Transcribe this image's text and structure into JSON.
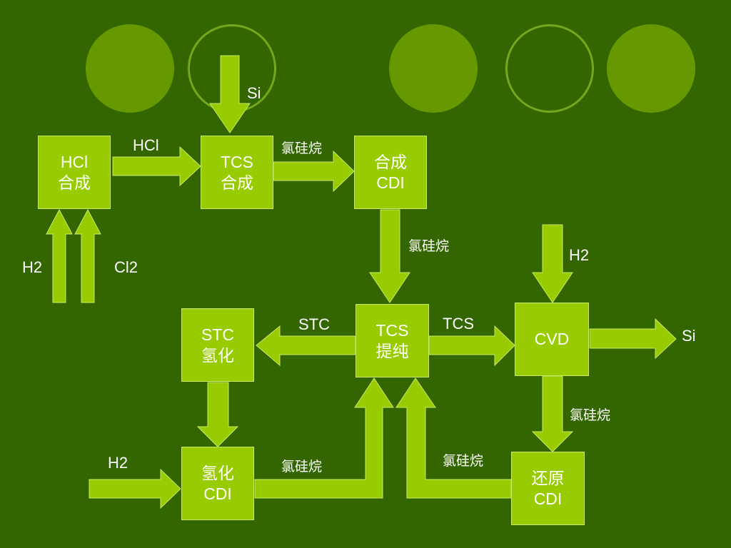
{
  "colors": {
    "background": "#336600",
    "accent": "#99cc00",
    "decor": "#669900"
  },
  "decorations": [
    "filled",
    "outline",
    "filled",
    "outline",
    "filled"
  ],
  "boxes": {
    "hcl_synthesis": {
      "line1": "HCl",
      "line2": "合成"
    },
    "tcs_synthesis": {
      "line1": "TCS",
      "line2": "合成"
    },
    "synthesis_cdi": {
      "line1": "合成",
      "line2": "CDI"
    },
    "stc_hydrogenation": {
      "line1": "STC",
      "line2": "氢化"
    },
    "tcs_purification": {
      "line1": "TCS",
      "line2": "提纯"
    },
    "cvd": {
      "line1": "CVD"
    },
    "hydrogenation_cdi": {
      "line1": "氢化",
      "line2": "CDI"
    },
    "reduction_cdi": {
      "line1": "还原",
      "line2": "CDI"
    }
  },
  "labels": {
    "si_in": "Si",
    "hcl": "HCl",
    "chlorosilane_1": "氯硅烷",
    "chlorosilane_2": "氯硅烷",
    "h2_left": "H2",
    "cl2": "Cl2",
    "h2_cvd": "H2",
    "stc": "STC",
    "tcs": "TCS",
    "si_out": "Si",
    "chlorosilane_3": "氯硅烷",
    "h2_bottom": "H2",
    "chlorosilane_4": "氯硅烷",
    "chlorosilane_5": "氯硅烷"
  }
}
